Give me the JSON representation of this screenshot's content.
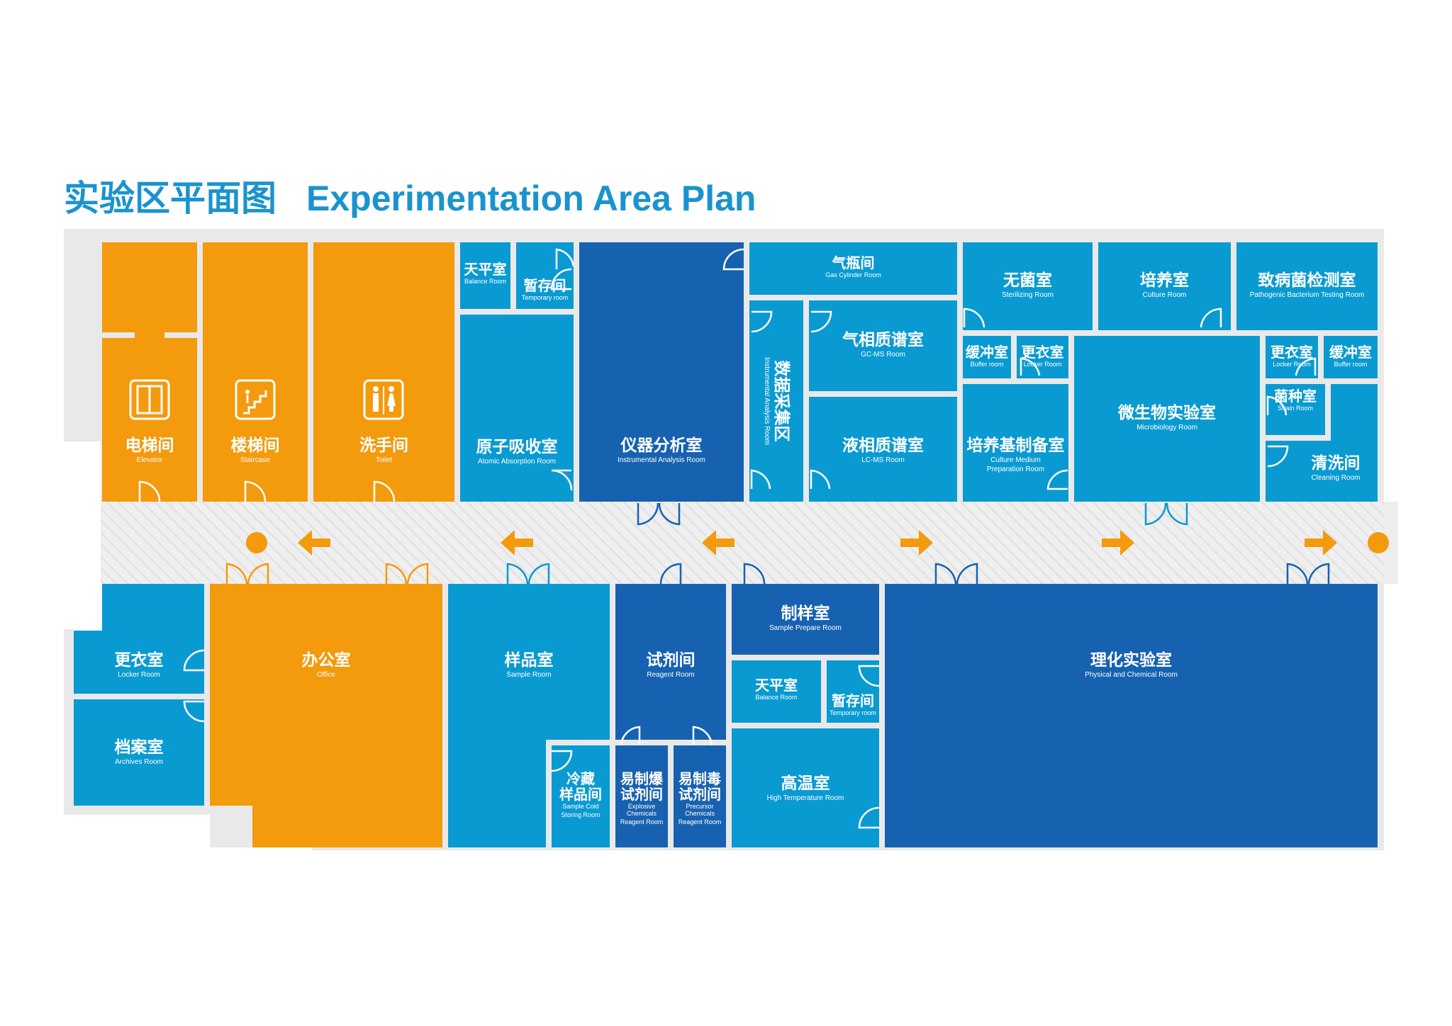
{
  "title": {
    "zh": "实验区平面图",
    "en": "Experimentation Area Plan"
  },
  "colors": {
    "orange": "#f39a0d",
    "light_blue": "#0a9ad2",
    "dark_blue": "#1762b0",
    "corridor": "#ededed",
    "floor": "#e9e9e9"
  },
  "icons": [
    "elevator-icon",
    "staircase-icon",
    "toilet-icon"
  ],
  "rooms": {
    "elevator": {
      "zh": "电梯间",
      "en": "Elevator"
    },
    "staircase": {
      "zh": "楼梯间",
      "en": "Staircase"
    },
    "toilet": {
      "zh": "洗手间",
      "en": "Toilet"
    },
    "balance_top": {
      "zh": "天平室",
      "en": "Balance Room"
    },
    "temp_top": {
      "zh": "暂存间",
      "en": "Temporary room"
    },
    "atomic": {
      "zh": "原子吸收室",
      "en": "Atomic Absorption Room"
    },
    "instrumental": {
      "zh": "仪器分析室",
      "en": "Instrumental Analysis Room"
    },
    "gas_cylinder": {
      "zh": "气瓶间",
      "en": "Gas Cylinder Room"
    },
    "data_collection": {
      "zh": "数据采集区",
      "en": "Instrumental Analysis Room"
    },
    "gcms": {
      "zh": "气相质谱室",
      "en": "GC-MS Room"
    },
    "lcms": {
      "zh": "液相质谱室",
      "en": "LC-MS Room"
    },
    "sterilizing": {
      "zh": "无菌室",
      "en": "Sterilizing Room"
    },
    "culture": {
      "zh": "培养室",
      "en": "Culture Room"
    },
    "pathogenic": {
      "zh": "致病菌检测室",
      "en": "Pathogenic Bacterium Testing Room"
    },
    "buffer_left": {
      "zh": "缓冲室",
      "en": "Buffer room"
    },
    "locker_mid": {
      "zh": "更衣室",
      "en": "Locker Room"
    },
    "culture_medium": {
      "zh": "培养基制备室",
      "en": "Culture Medium",
      "en2": "Preparation Room"
    },
    "microbiology": {
      "zh": "微生物实验室",
      "en": "Microbiology Room"
    },
    "locker_right": {
      "zh": "更衣室",
      "en": "Locker Room"
    },
    "buffer_right": {
      "zh": "缓冲室",
      "en": "Buffer room"
    },
    "strain": {
      "zh": "菌种室",
      "en": "Strain Room"
    },
    "cleaning": {
      "zh": "清洗间",
      "en": "Cleaning Room"
    },
    "locker_bottom": {
      "zh": "更衣室",
      "en": "Locker Room"
    },
    "archives": {
      "zh": "档案室",
      "en": "Archives Room"
    },
    "office": {
      "zh": "办公室",
      "en": "Office"
    },
    "sample": {
      "zh": "样品室",
      "en": "Sample Room"
    },
    "reagent": {
      "zh": "试剂间",
      "en": "Reagent Room"
    },
    "cold_storage": {
      "zh": "冷藏",
      "zh2": "样品间",
      "en": "Sample Cold",
      "en2": "Storing Room"
    },
    "explosive": {
      "zh": "易制爆",
      "zh2": "试剂间",
      "en": "Explosive Chemicals",
      "en2": "Reagent Room"
    },
    "precursor": {
      "zh": "易制毒",
      "zh2": "试剂间",
      "en": "Precursor Chemicals",
      "en2": "Reagent Room"
    },
    "sample_prepare": {
      "zh": "制样室",
      "en": "Sample Prepare Room"
    },
    "balance_bottom": {
      "zh": "天平室",
      "en": "Balance Room"
    },
    "temp_bottom": {
      "zh": "暂存间",
      "en": "Temporary room"
    },
    "high_temp": {
      "zh": "高温室",
      "en": "High Temperature Room"
    },
    "physical_chemical": {
      "zh": "理化实验室",
      "en": "Physical and Chemical Room"
    }
  }
}
